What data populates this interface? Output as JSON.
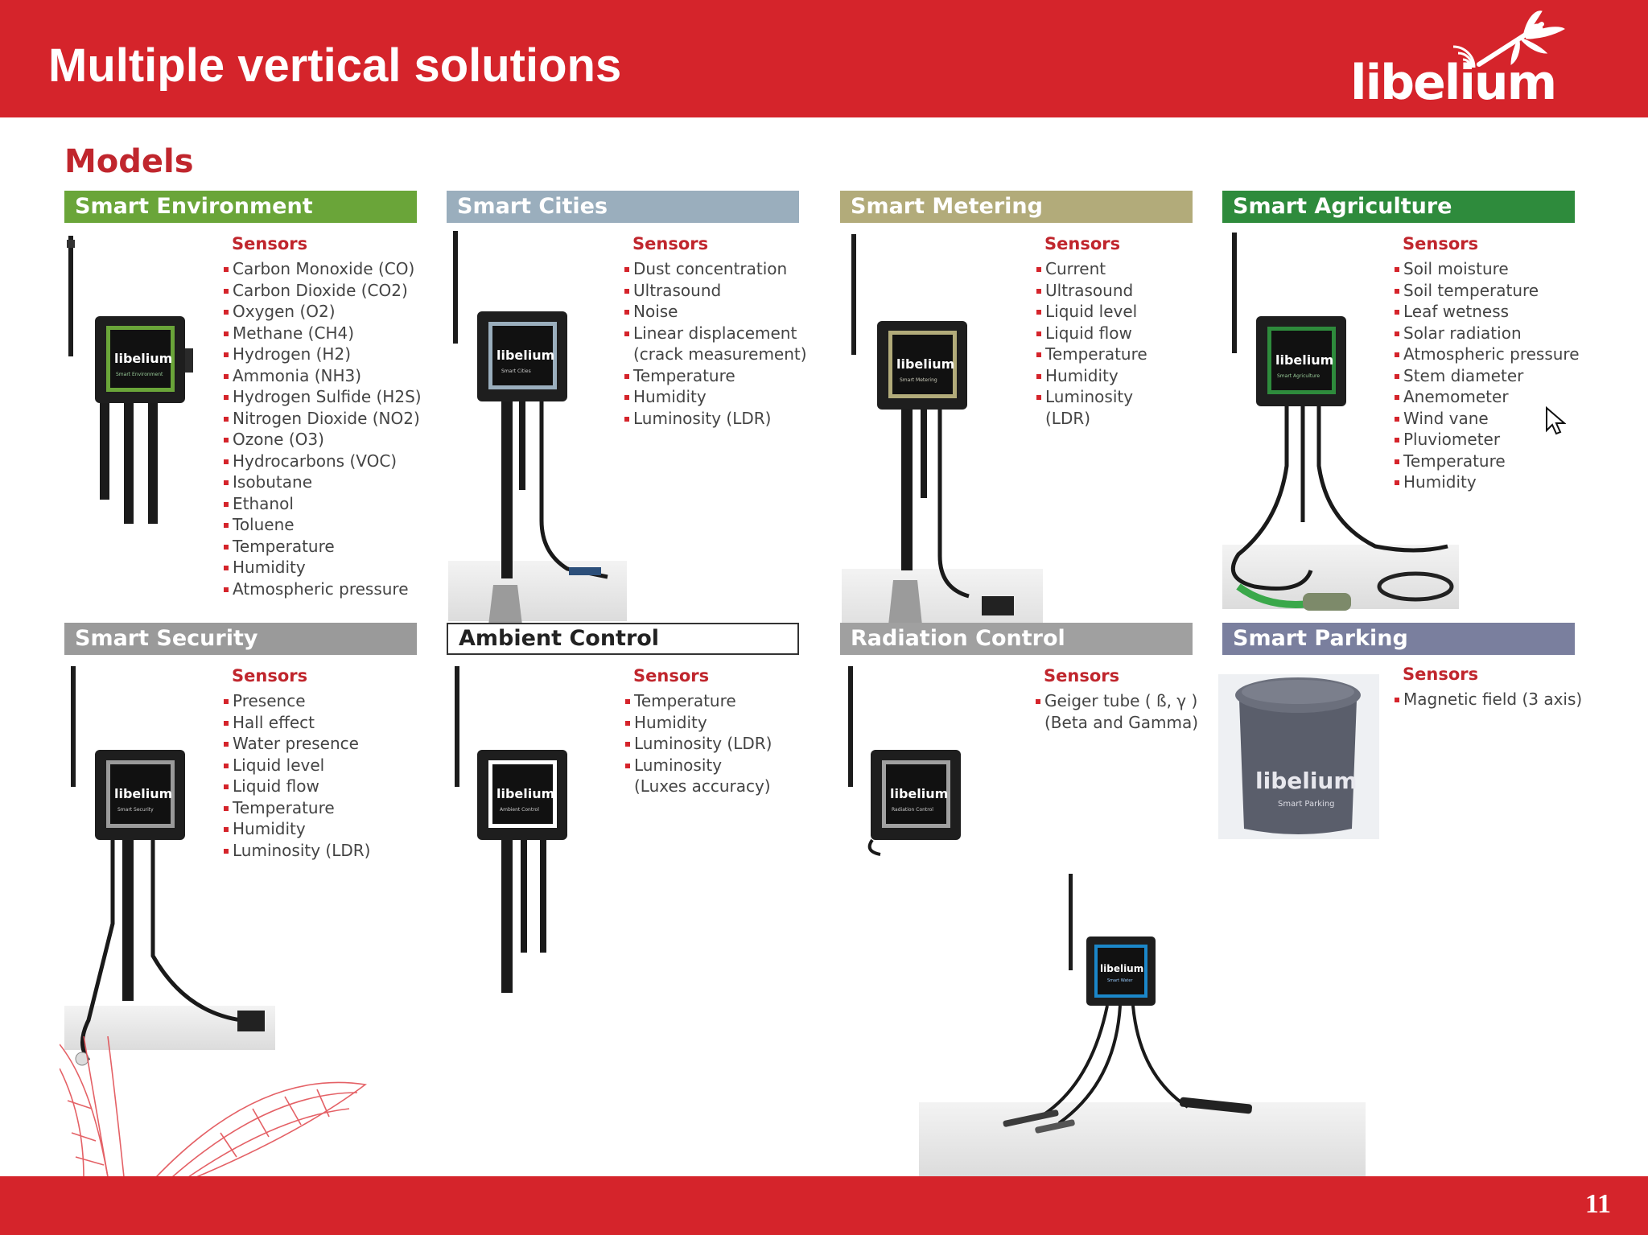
{
  "header": {
    "title": "Multiple vertical solutions",
    "logo_text": "libelium"
  },
  "section_title": "Models",
  "footer": {
    "page_number": "11"
  },
  "colors": {
    "brand_red": "#d5242b",
    "smart_environment": "#6aa539",
    "smart_cities": "#9aaebd",
    "smart_metering": "#b2ab7a",
    "smart_agriculture": "#2e8b3c",
    "smart_security": "#9a9a9a",
    "ambient_control": "#ffffff",
    "radiation_control": "#a0a0a0",
    "smart_parking": "#7a7f9e"
  },
  "cards": [
    {
      "name": "Smart Environment",
      "sensors_label": "Sensors",
      "sensors": [
        "Carbon Monoxide (CO)",
        "Carbon Dioxide (CO2)",
        "Oxygen (O2)",
        "Methane (CH4)",
        "Hydrogen (H2)",
        "Ammonia (NH3)",
        "Hydrogen Sulfide (H2S)",
        "Nitrogen Dioxide (NO2)",
        "Ozone (O3)",
        "Hydrocarbons (VOC)",
        "Isobutane",
        "Ethanol",
        "Toluene",
        "Temperature",
        "Humidity",
        "Atmospheric pressure"
      ]
    },
    {
      "name": "Smart Cities",
      "sensors_label": "Sensors",
      "sensors": [
        "Dust concentration",
        "Ultrasound",
        "Noise",
        "Linear displacement",
        "(crack measurement)",
        "Temperature",
        "Humidity",
        "Luminosity (LDR)"
      ]
    },
    {
      "name": "Smart Metering",
      "sensors_label": "Sensors",
      "sensors": [
        "Current",
        "Ultrasound",
        "Liquid level",
        "Liquid flow",
        "Temperature",
        "Humidity",
        "Luminosity",
        "(LDR)"
      ]
    },
    {
      "name": "Smart Agriculture",
      "sensors_label": "Sensors",
      "sensors": [
        "Soil moisture",
        "Soil temperature",
        "Leaf wetness",
        "Solar radiation",
        "Atmospheric pressure",
        "Stem diameter",
        "Anemometer",
        "Wind vane",
        "Pluviometer",
        "Temperature",
        "Humidity"
      ]
    },
    {
      "name": "Smart Security",
      "sensors_label": "Sensors",
      "sensors": [
        "Presence",
        "Hall effect",
        "Water presence",
        "Liquid level",
        "Liquid flow",
        "Temperature",
        "Humidity",
        "Luminosity (LDR)"
      ]
    },
    {
      "name": "Ambient Control",
      "sensors_label": "Sensors",
      "sensors": [
        "Temperature",
        "Humidity",
        "Luminosity (LDR)",
        "Luminosity",
        "(Luxes accuracy)"
      ]
    },
    {
      "name": "Radiation Control",
      "sensors_label": "Sensors",
      "sensors": [
        "Geiger tube ( ß, γ )",
        "(Beta and Gamma)"
      ]
    },
    {
      "name": "Smart Parking",
      "sensors_label": "Sensors",
      "sensors": [
        "Magnetic field (3 axis)"
      ]
    }
  ],
  "device_labels": {
    "brand": "libelium",
    "environment": "Smart Environment",
    "cities": "Smart Cities",
    "metering": "Smart Metering",
    "agriculture": "Smart Agriculture",
    "security": "Smart Security",
    "ambient": "Ambient Control",
    "radiation": "Radiation Control",
    "parking": "Smart Parking",
    "water": "Smart Water"
  }
}
